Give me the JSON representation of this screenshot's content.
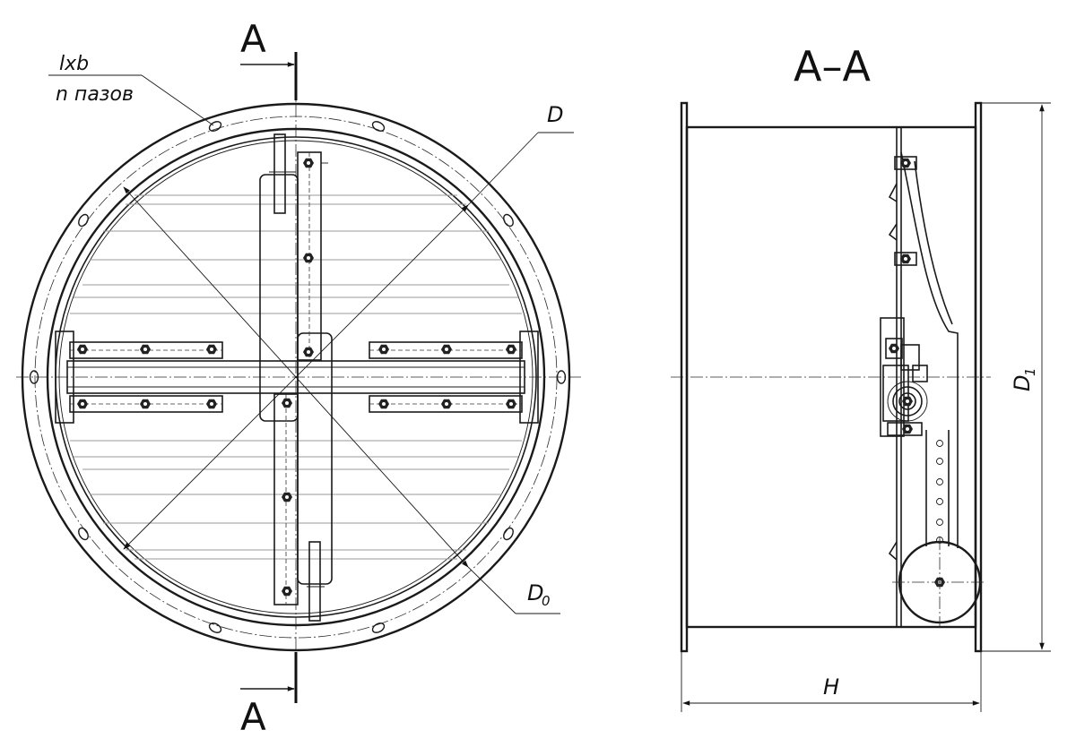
{
  "labels": {
    "section_mark_top": "A",
    "section_mark_bottom": "A",
    "section_title": "A–A",
    "slot_size": "lxb",
    "slot_count": "n пазов",
    "diameter": "D",
    "diameter_bolt_circle": "D",
    "diameter_bolt_circle_sub": "0",
    "flange_diameter": "D",
    "flange_diameter_sub": "1",
    "length": "H"
  }
}
